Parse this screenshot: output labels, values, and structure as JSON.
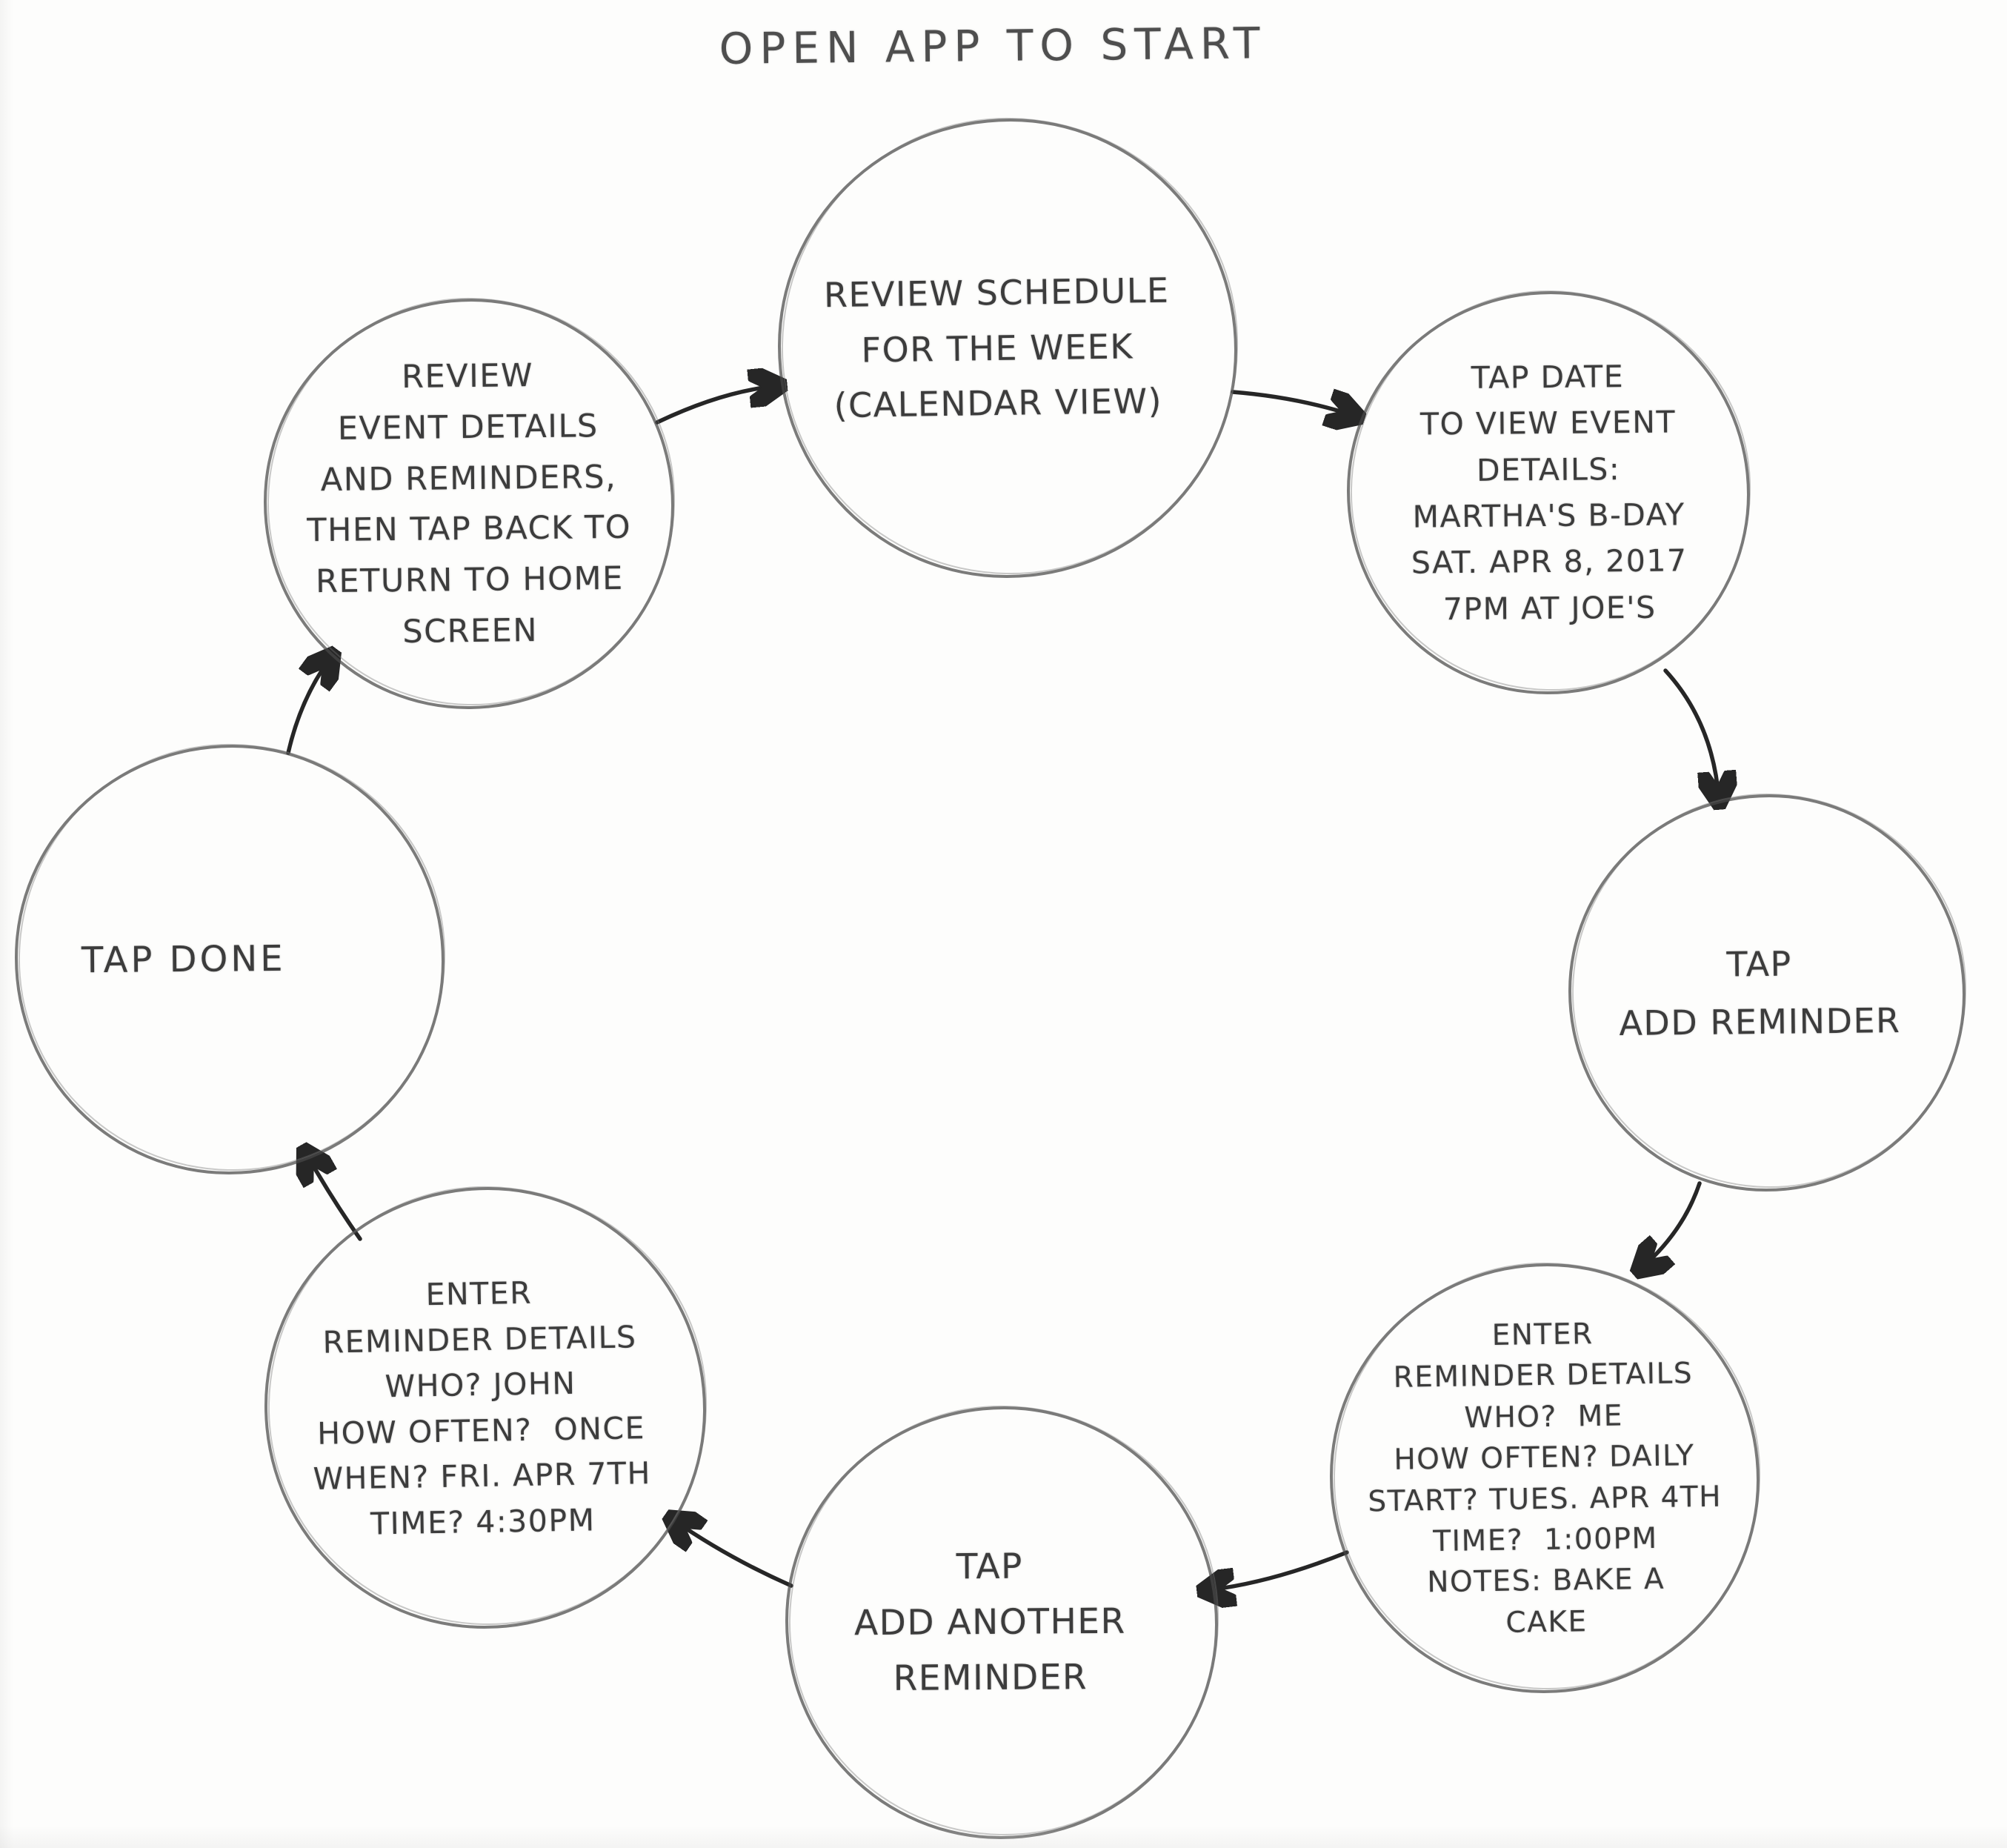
{
  "title": "OPEN APP TO START",
  "diagram": {
    "nodes": [
      {
        "id": "review-schedule",
        "text": "REVIEW SCHEDULE\nFOR THE WEEK\n(CALENDAR VIEW)"
      },
      {
        "id": "tap-date",
        "text": "TAP DATE\nTO VIEW EVENT\nDETAILS:\nMARTHA'S B-DAY\nSAT. APR 8, 2017\n7PM AT JOE'S"
      },
      {
        "id": "tap-add-reminder",
        "text": "TAP\nADD REMINDER"
      },
      {
        "id": "enter-reminder-details-me",
        "text": "ENTER\nREMINDER DETAILS\nWHO?  ME\nHOW OFTEN? DAILY\nSTART? TUES. APR 4TH\nTIME?  1:00PM\nNOTES: BAKE A\nCAKE"
      },
      {
        "id": "tap-add-another-reminder",
        "text": "TAP\nADD ANOTHER\nREMINDER"
      },
      {
        "id": "enter-reminder-details-john",
        "text": "ENTER\nREMINDER DETAILS\nWHO? JOHN\nHOW OFTEN?  ONCE\nWHEN? FRI. APR 7TH\nTIME? 4:30PM"
      },
      {
        "id": "tap-done",
        "text": "TAP DONE"
      },
      {
        "id": "review-event-details",
        "text": "REVIEW\nEVENT DETAILS\nAND REMINDERS,\nTHEN TAP BACK TO\nRETURN TO HOME\nSCREEN"
      }
    ],
    "edges": [
      {
        "from": "review-event-details",
        "to": "review-schedule"
      },
      {
        "from": "review-schedule",
        "to": "tap-date"
      },
      {
        "from": "tap-date",
        "to": "tap-add-reminder"
      },
      {
        "from": "tap-add-reminder",
        "to": "enter-reminder-details-me"
      },
      {
        "from": "enter-reminder-details-me",
        "to": "tap-add-another-reminder"
      },
      {
        "from": "tap-add-another-reminder",
        "to": "enter-reminder-details-john"
      },
      {
        "from": "enter-reminder-details-john",
        "to": "tap-done"
      },
      {
        "from": "tap-done",
        "to": "review-event-details"
      }
    ],
    "ink_color": "#3c3c3c",
    "arrow_color": "#262626"
  }
}
